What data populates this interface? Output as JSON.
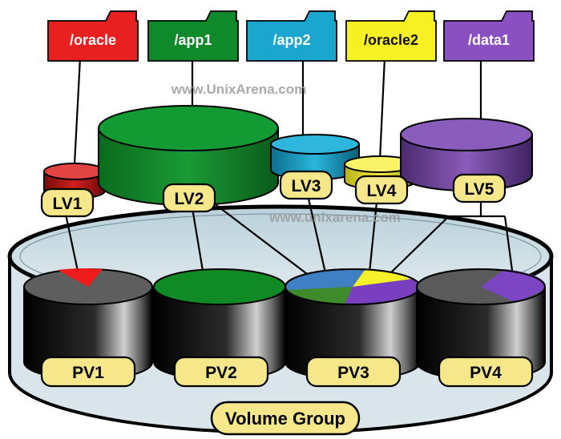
{
  "folders": [
    {
      "id": "oracle",
      "label": "/oracle",
      "color": "#e8201f",
      "text_color": "#ffffff"
    },
    {
      "id": "app1",
      "label": "/app1",
      "color": "#0f8a2a",
      "text_color": "#ffffff"
    },
    {
      "id": "app2",
      "label": "/app2",
      "color": "#1aa6cf",
      "text_color": "#ffffff"
    },
    {
      "id": "oracle2",
      "label": "/oracle2",
      "color": "#f7f023",
      "text_color": "#111111"
    },
    {
      "id": "data1",
      "label": "/data1",
      "color": "#8a4fc1",
      "text_color": "#ffffff"
    }
  ],
  "logical_volumes": [
    {
      "id": "lv1",
      "label": "LV1",
      "color": "#c8201c"
    },
    {
      "id": "lv2",
      "label": "LV2",
      "color": "#138a2c"
    },
    {
      "id": "lv3",
      "label": "LV3",
      "color": "#1f9fc8"
    },
    {
      "id": "lv4",
      "label": "LV4",
      "color": "#efe83a"
    },
    {
      "id": "lv5",
      "label": "LV5",
      "color": "#7a4aa8"
    }
  ],
  "physical_volumes": [
    {
      "id": "pv1",
      "label": "PV1"
    },
    {
      "id": "pv2",
      "label": "PV2"
    },
    {
      "id": "pv3",
      "label": "PV3"
    },
    {
      "id": "pv4",
      "label": "PV4"
    }
  ],
  "volume_group": {
    "label": "Volume Group"
  },
  "watermarks": [
    "www.UnixArena.com",
    "www.unixarena.com"
  ],
  "colors": {
    "label_fill": "#f6e78a",
    "vg_fill": "#c9dde6",
    "disk_body": "#111111",
    "outline": "#000000"
  }
}
